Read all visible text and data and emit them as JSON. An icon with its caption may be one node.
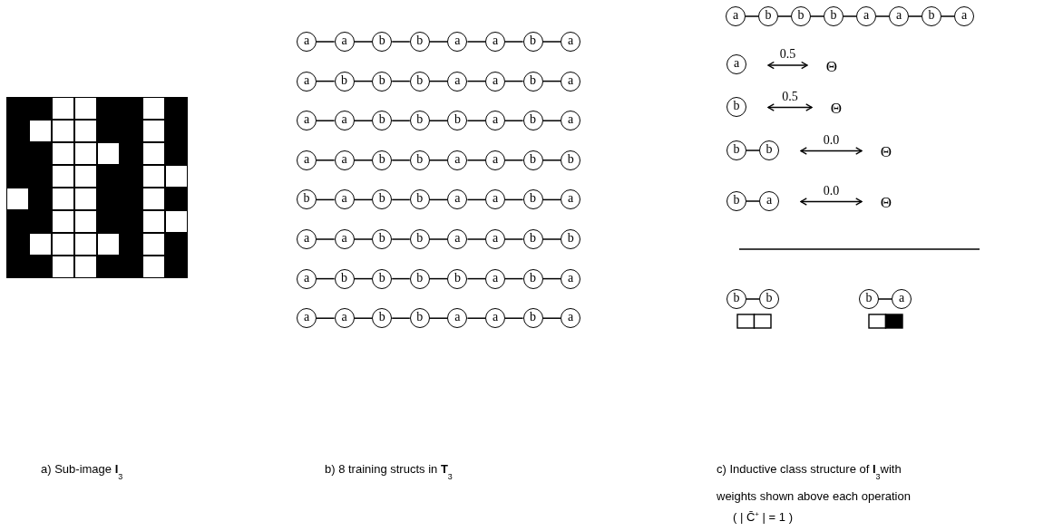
{
  "diagram": {
    "nodes": [
      {
        "text": [
          "a"
        ]
      },
      {
        "text": [
          "a"
        ]
      },
      {
        "text": [
          "b"
        ]
      },
      {
        "text": [
          "b"
        ]
      },
      {
        "text": [
          "a"
        ]
      },
      {
        "text": [
          "a"
        ]
      },
      {
        "text": [
          "b"
        ]
      },
      {
        "text": [
          "a"
        ]
      },
      {
        "text": [
          "a"
        ]
      },
      {
        "text": [
          "b"
        ]
      },
      {
        "text": [
          "b"
        ]
      },
      {
        "text": [
          "b"
        ]
      },
      {
        "text": [
          "a"
        ]
      },
      {
        "text": [
          "a"
        ]
      },
      {
        "text": [
          "b"
        ]
      },
      {
        "text": [
          "a"
        ]
      },
      {
        "text": [
          "a"
        ]
      },
      {
        "text": [
          "a"
        ]
      },
      {
        "text": [
          "b"
        ]
      },
      {
        "text": [
          "b"
        ]
      },
      {
        "text": [
          "b"
        ]
      },
      {
        "text": [
          "a"
        ]
      },
      {
        "text": [
          "b"
        ]
      },
      {
        "text": [
          "a"
        ]
      },
      {
        "text": [
          "a"
        ]
      },
      {
        "text": [
          "a"
        ]
      },
      {
        "text": [
          "b"
        ]
      },
      {
        "text": [
          "b"
        ]
      },
      {
        "text": [
          "a"
        ]
      },
      {
        "text": [
          "a"
        ]
      },
      {
        "text": [
          "b"
        ]
      },
      {
        "text": [
          "b"
        ]
      },
      {
        "text": [
          "b"
        ]
      },
      {
        "text": [
          "a"
        ]
      },
      {
        "text": [
          "b"
        ]
      },
      {
        "text": [
          "b"
        ]
      },
      {
        "text": [
          "a"
        ]
      },
      {
        "text": [
          "a"
        ]
      },
      {
        "text": [
          "b"
        ]
      },
      {
        "text": [
          "a"
        ]
      },
      {
        "text": [
          "a"
        ]
      },
      {
        "text": [
          "a"
        ]
      },
      {
        "text": [
          "b"
        ]
      },
      {
        "text": [
          "b"
        ]
      },
      {
        "text": [
          "a"
        ]
      },
      {
        "text": [
          "a"
        ]
      },
      {
        "text": [
          "b"
        ]
      },
      {
        "text": [
          "b"
        ]
      },
      {
        "text": [
          "a"
        ]
      },
      {
        "text": [
          "b"
        ]
      },
      {
        "text": [
          "b"
        ]
      },
      {
        "text": [
          "b"
        ]
      },
      {
        "text": [
          "b"
        ]
      },
      {
        "text": [
          "a"
        ]
      },
      {
        "text": [
          "b"
        ]
      },
      {
        "text": [
          "a"
        ]
      },
      {
        "text": [
          "a"
        ]
      },
      {
        "text": [
          "a"
        ]
      },
      {
        "text": [
          "b"
        ]
      },
      {
        "text": [
          "b"
        ]
      },
      {
        "text": [
          "a"
        ]
      },
      {
        "text": [
          "a"
        ]
      },
      {
        "text": [
          "b"
        ]
      },
      {
        "text": [
          "a"
        ]
      },
      {
        "text": [
          "a"
        ]
      },
      {
        "text": [
          "b"
        ]
      },
      {
        "text": [
          "b"
        ]
      },
      {
        "text": [
          "b"
        ]
      },
      {
        "text": [
          "a"
        ]
      },
      {
        "text": [
          "a"
        ]
      },
      {
        "text": [
          "b"
        ]
      },
      {
        "text": [
          "a"
        ]
      },
      {
        "text": [
          "a"
        ]
      },
      {
        "text": [
          "Θ"
        ]
      },
      {
        "text": [
          "b"
        ]
      },
      {
        "text": [
          "Θ"
        ]
      },
      {
        "text": [
          "b"
        ]
      },
      {
        "text": [
          "b"
        ]
      },
      {
        "text": [
          "Θ"
        ]
      },
      {
        "text": [
          "b"
        ]
      },
      {
        "text": [
          "a"
        ]
      },
      {
        "text": [
          "Θ"
        ]
      },
      {
        "text": [
          "b"
        ]
      },
      {
        "text": [
          "b"
        ]
      },
      {
        "text": [
          "b"
        ]
      },
      {
        "text": [
          "a"
        ]
      }
    ],
    "edges": [
      {
        "from": 0,
        "to": 1,
        "arrow": "none"
      },
      {
        "from": 1,
        "to": 2,
        "arrow": "none"
      },
      {
        "from": 2,
        "to": 3,
        "arrow": "none"
      },
      {
        "from": 3,
        "to": 4,
        "arrow": "none"
      },
      {
        "from": 4,
        "to": 5,
        "arrow": "none"
      },
      {
        "from": 5,
        "to": 6,
        "arrow": "none"
      },
      {
        "from": 6,
        "to": 7,
        "arrow": "none"
      },
      {
        "from": 8,
        "to": 9,
        "arrow": "none"
      },
      {
        "from": 9,
        "to": 10,
        "arrow": "none"
      },
      {
        "from": 10,
        "to": 11,
        "arrow": "none"
      },
      {
        "from": 11,
        "to": 12,
        "arrow": "none"
      },
      {
        "from": 12,
        "to": 13,
        "arrow": "none"
      },
      {
        "from": 13,
        "to": 14,
        "arrow": "none"
      },
      {
        "from": 14,
        "to": 15,
        "arrow": "none"
      },
      {
        "from": 16,
        "to": 17,
        "arrow": "none"
      },
      {
        "from": 17,
        "to": 18,
        "arrow": "none"
      },
      {
        "from": 18,
        "to": 19,
        "arrow": "none"
      },
      {
        "from": 19,
        "to": 20,
        "arrow": "none"
      },
      {
        "from": 20,
        "to": 21,
        "arrow": "none"
      },
      {
        "from": 21,
        "to": 22,
        "arrow": "none"
      },
      {
        "from": 22,
        "to": 23,
        "arrow": "none"
      },
      {
        "from": 24,
        "to": 25,
        "arrow": "none"
      },
      {
        "from": 25,
        "to": 26,
        "arrow": "none"
      },
      {
        "from": 26,
        "to": 27,
        "arrow": "none"
      },
      {
        "from": 27,
        "to": 28,
        "arrow": "none"
      },
      {
        "from": 28,
        "to": 29,
        "arrow": "none"
      },
      {
        "from": 29,
        "to": 30,
        "arrow": "none"
      },
      {
        "from": 30,
        "to": 31,
        "arrow": "none"
      },
      {
        "from": 32,
        "to": 33,
        "arrow": "none"
      },
      {
        "from": 33,
        "to": 34,
        "arrow": "none"
      },
      {
        "from": 34,
        "to": 35,
        "arrow": "none"
      },
      {
        "from": 35,
        "to": 36,
        "arrow": "none"
      },
      {
        "from": 36,
        "to": 37,
        "arrow": "none"
      },
      {
        "from": 37,
        "to": 38,
        "arrow": "none"
      },
      {
        "from": 38,
        "to": 39,
        "arrow": "none"
      },
      {
        "from": 40,
        "to": 41,
        "arrow": "none"
      },
      {
        "from": 41,
        "to": 42,
        "arrow": "none"
      },
      {
        "from": 42,
        "to": 43,
        "arrow": "none"
      },
      {
        "from": 43,
        "to": 44,
        "arrow": "none"
      },
      {
        "from": 44,
        "to": 45,
        "arrow": "none"
      },
      {
        "from": 45,
        "to": 46,
        "arrow": "none"
      },
      {
        "from": 46,
        "to": 47,
        "arrow": "none"
      },
      {
        "from": 48,
        "to": 49,
        "arrow": "none"
      },
      {
        "from": 49,
        "to": 50,
        "arrow": "none"
      },
      {
        "from": 50,
        "to": 51,
        "arrow": "none"
      },
      {
        "from": 51,
        "to": 52,
        "arrow": "none"
      },
      {
        "from": 52,
        "to": 53,
        "arrow": "none"
      },
      {
        "from": 53,
        "to": 54,
        "arrow": "none"
      },
      {
        "from": 54,
        "to": 55,
        "arrow": "none"
      },
      {
        "from": 56,
        "to": 57,
        "arrow": "none"
      },
      {
        "from": 57,
        "to": 58,
        "arrow": "none"
      },
      {
        "from": 58,
        "to": 59,
        "arrow": "none"
      },
      {
        "from": 59,
        "to": 60,
        "arrow": "none"
      },
      {
        "from": 60,
        "to": 61,
        "arrow": "none"
      },
      {
        "from": 61,
        "to": 62,
        "arrow": "none"
      },
      {
        "from": 62,
        "to": 63,
        "arrow": "none"
      },
      {
        "from": 64,
        "to": 65,
        "arrow": "none"
      },
      {
        "from": 65,
        "to": 66,
        "arrow": "none"
      },
      {
        "from": 66,
        "to": 67,
        "arrow": "none"
      },
      {
        "from": 67,
        "to": 68,
        "arrow": "none"
      },
      {
        "from": 68,
        "to": 69,
        "arrow": "none"
      },
      {
        "from": 69,
        "to": 70,
        "arrow": "none"
      },
      {
        "from": 70,
        "to": 71,
        "arrow": "none"
      },
      {
        "from": 72,
        "to": 73,
        "arrow": "both",
        "label": "0.5"
      },
      {
        "from": 74,
        "to": 75,
        "arrow": "both",
        "label": "0.5"
      },
      {
        "from": 76,
        "to": 77,
        "arrow": "none"
      },
      {
        "from": 77,
        "to": 78,
        "arrow": "both",
        "label": "0.0"
      },
      {
        "from": 79,
        "to": 80,
        "arrow": "none"
      },
      {
        "from": 80,
        "to": 81,
        "arrow": "both",
        "label": "0.0"
      },
      {
        "from": 82,
        "to": 83,
        "arrow": "none"
      },
      {
        "from": 84,
        "to": 85,
        "arrow": "none"
      }
    ],
    "labels": [
      "a) Sub-image **I**$_{3}$",
      "b) 8  training structs in **T**$_{3}$",
      "c) Inductive class structure of **I**$_{3}$with weights shown above each operation",
      "( | C̄$^{+}$ | = 1 )"
    ]
  }
}
